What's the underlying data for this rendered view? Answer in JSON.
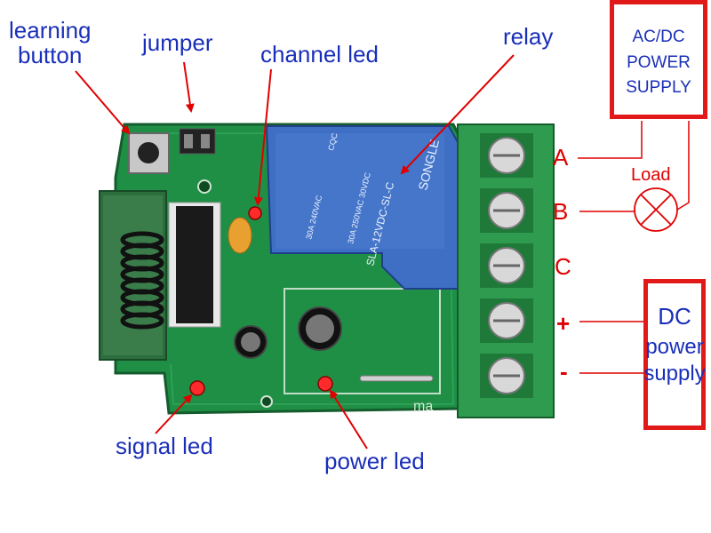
{
  "labels": {
    "learning_button_1": "learning",
    "learning_button_2": "button",
    "jumper": "jumper",
    "channel_led": "channel led",
    "relay": "relay",
    "signal_led": "signal led",
    "power_led": "power led"
  },
  "terminals": {
    "a": "A",
    "b": "B",
    "c": "C",
    "plus": "+",
    "minus": "-"
  },
  "load": "Load",
  "ac_dc_box": {
    "line1": "AC/DC",
    "line2": "POWER",
    "line3": "SUPPLY"
  },
  "dc_box": {
    "line1": "DC",
    "line2": "power",
    "line3": "supply"
  },
  "relay_text": {
    "brand": "SONGLE",
    "model": "SLA-12VDC-SL-C",
    "rating1": "30A 250VAC 30VDC",
    "rating2": "30A 240VAC",
    "cqc": "CQC"
  },
  "board_text": {
    "mark": "ma"
  },
  "colors": {
    "label_blue": "#1a2fb8",
    "arrow_red": "#e00000",
    "box_red": "#e11919",
    "pcb_green": "#1f8f46",
    "relay_blue": "#3f6fc4",
    "terminal_green": "#2f9b4f"
  }
}
